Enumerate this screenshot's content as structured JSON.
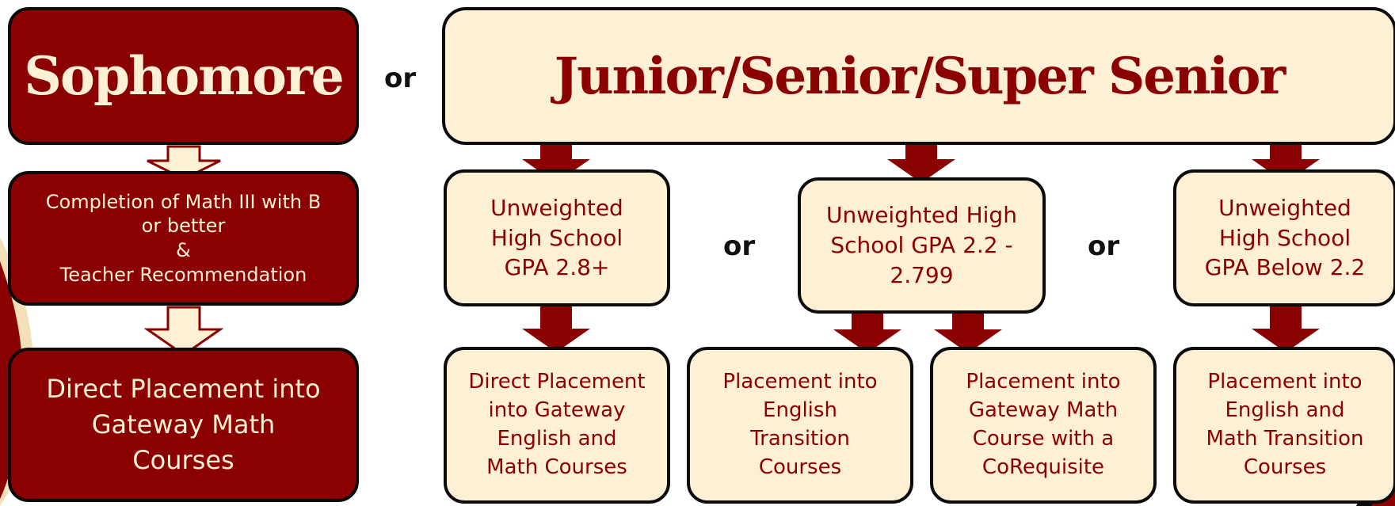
{
  "colors": {
    "maroon": "#8b0000",
    "cream": "#fdf0d5",
    "outline": "#0b0b0b"
  },
  "sophomore": {
    "title": "Sophomore",
    "requirement": [
      "Completion of Math III with B",
      "or better",
      "&",
      "Teacher Recommendation"
    ],
    "result": [
      "Direct Placement into",
      "Gateway Math",
      "Courses"
    ]
  },
  "or_label": "or",
  "upper": {
    "title": "Junior/Senior/Super Senior",
    "gpa": [
      [
        "Unweighted",
        "High School",
        "GPA 2.8+"
      ],
      [
        "Unweighted High",
        "School GPA 2.2 -",
        "2.799"
      ],
      [
        "Unweighted",
        "High School",
        "GPA Below 2.2"
      ]
    ],
    "placements": [
      [
        "Direct Placement",
        "into Gateway",
        "English and",
        "Math Courses"
      ],
      [
        "Placement into",
        "English",
        "Transition",
        "Courses"
      ],
      [
        "Placement into",
        "Gateway Math",
        "Course with a",
        "CoRequisite"
      ],
      [
        "Placement into",
        "English and",
        "Math Transition",
        "Courses"
      ]
    ]
  }
}
